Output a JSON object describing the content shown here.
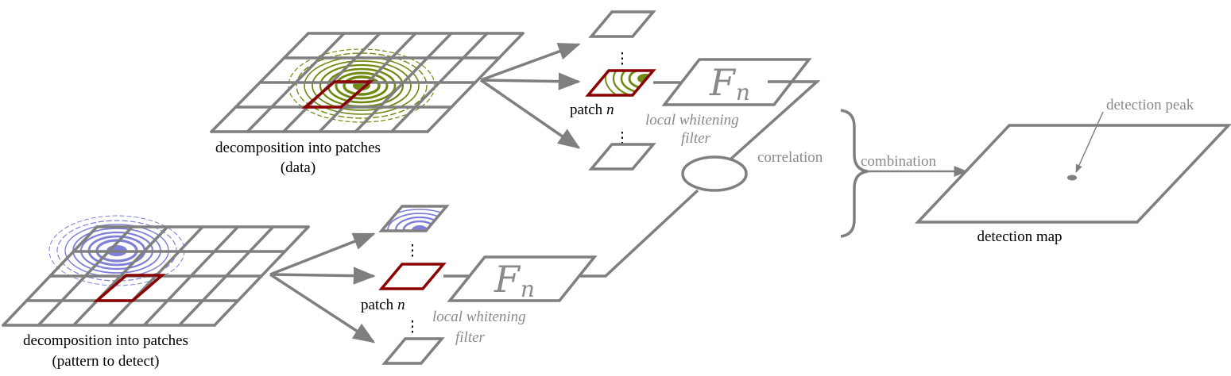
{
  "labels": {
    "top_grid_line1": "decomposition into patches",
    "top_grid_line2": "(data)",
    "bottom_grid_line1": "decomposition into patches",
    "bottom_grid_line2": "(pattern to detect)",
    "patch": "patch",
    "patch_var": "n",
    "filter_symbol": "F",
    "filter_sub": "n",
    "whitening_line1": "local whitening",
    "whitening_line2": "filter",
    "correlation": "correlation",
    "combination": "combination",
    "detection_peak": "detection peak",
    "detection_map": "detection map",
    "ellipsis": "⋮"
  },
  "colors": {
    "line_gray": "#7f7f7f",
    "highlight_red": "#8b0000",
    "data_green": "#6f8a0e",
    "pattern_blue": "#7d7fd8"
  }
}
